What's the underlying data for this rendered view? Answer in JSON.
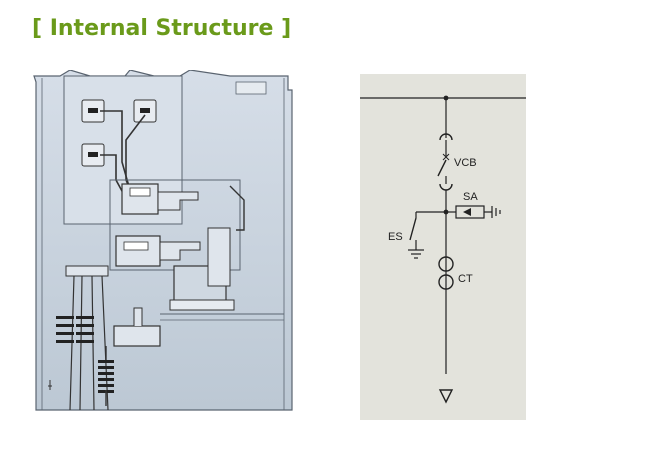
{
  "header": {
    "title": "[ Internal Structure ]"
  },
  "diagram": {
    "labels": {
      "vcb": "VCB",
      "sa": "SA",
      "es": "ES",
      "ct": "CT"
    }
  },
  "colors": {
    "title": "#6a9a1a",
    "cabinet_fill": "#c9d4df",
    "cabinet_stroke": "#5a6470",
    "sld_bg": "#e3e3dc"
  }
}
